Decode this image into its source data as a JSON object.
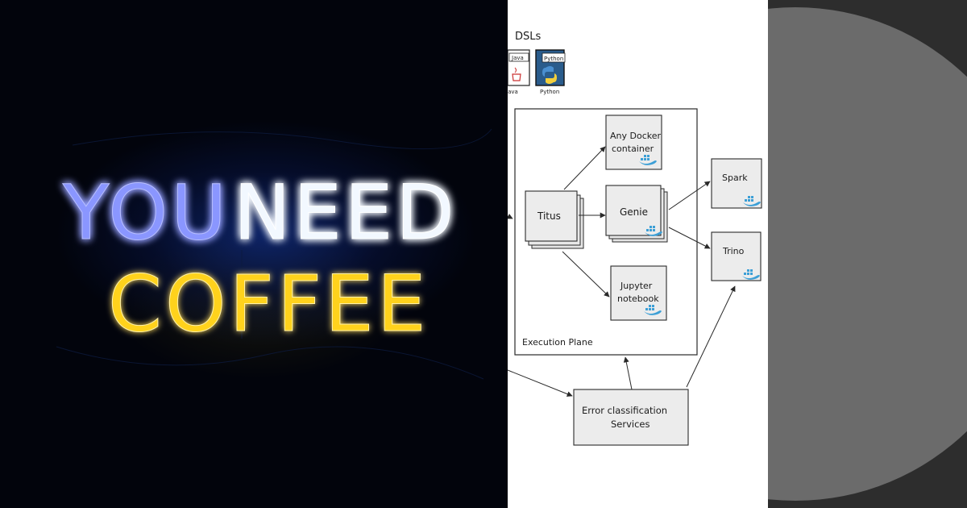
{
  "neon": {
    "line1_part1": "YOU",
    "line1_part2": "NEED",
    "line2": "COFFEE",
    "colors": {
      "blue": "#7f8dff",
      "white": "#eef7ff",
      "yellow": "#ffd21a"
    }
  },
  "diagram": {
    "dsls_label": "DSLs",
    "java_tag": "Java",
    "java_caption": "Java",
    "python_tag": "Python",
    "python_caption": "Python",
    "docker_box_line1": "Any Docker",
    "docker_box_line2": "container",
    "titus_label": "Titus",
    "genie_label": "Genie",
    "jupyter_line1": "Jupyter",
    "jupyter_line2": "notebook",
    "spark_label": "Spark",
    "trino_label": "Trino",
    "execution_plane_label": "Execution Plane",
    "error_line1": "Error classification",
    "error_line2": "Services",
    "colors": {
      "python_card": "#2a5c8c",
      "box_fill": "#ececec",
      "docker_blue": "#3c9fd6"
    }
  }
}
